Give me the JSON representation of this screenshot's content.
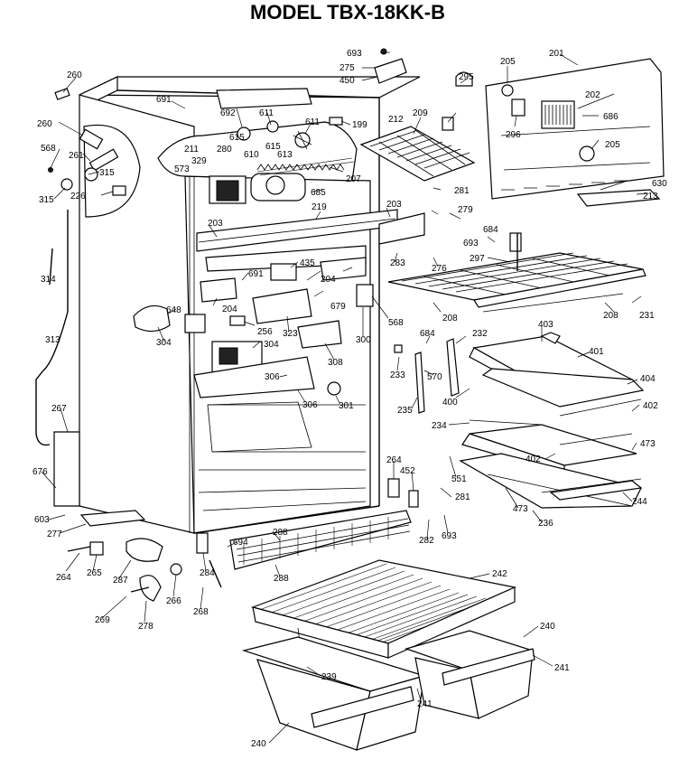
{
  "title": "MODEL TBX-18KK-B",
  "callouts": [
    {
      "id": "c693a",
      "text": "693"
    },
    {
      "id": "c201",
      "text": "201"
    },
    {
      "id": "c205a",
      "text": "205"
    },
    {
      "id": "c260a",
      "text": "260"
    },
    {
      "id": "c275",
      "text": "275"
    },
    {
      "id": "c450",
      "text": "450"
    },
    {
      "id": "c295",
      "text": "295"
    },
    {
      "id": "c202",
      "text": "202"
    },
    {
      "id": "c691a",
      "text": "691"
    },
    {
      "id": "c692",
      "text": "692"
    },
    {
      "id": "c611a",
      "text": "611"
    },
    {
      "id": "c611b",
      "text": "611"
    },
    {
      "id": "c199",
      "text": "199"
    },
    {
      "id": "c212",
      "text": "212"
    },
    {
      "id": "c209",
      "text": "209"
    },
    {
      "id": "c686",
      "text": "686"
    },
    {
      "id": "c296",
      "text": "296"
    },
    {
      "id": "c260b",
      "text": "260"
    },
    {
      "id": "c615a",
      "text": "615"
    },
    {
      "id": "c615b",
      "text": "615"
    },
    {
      "id": "c205b",
      "text": "205"
    },
    {
      "id": "c568a",
      "text": "568"
    },
    {
      "id": "c261",
      "text": "261"
    },
    {
      "id": "c211",
      "text": "211"
    },
    {
      "id": "c280",
      "text": "280"
    },
    {
      "id": "c610",
      "text": "610"
    },
    {
      "id": "c613",
      "text": "613"
    },
    {
      "id": "c573",
      "text": "573"
    },
    {
      "id": "c329",
      "text": "329"
    },
    {
      "id": "c315a",
      "text": "315"
    },
    {
      "id": "c315b",
      "text": "315"
    },
    {
      "id": "c207",
      "text": "207"
    },
    {
      "id": "c630",
      "text": "630"
    },
    {
      "id": "c226",
      "text": "226"
    },
    {
      "id": "c685",
      "text": "685"
    },
    {
      "id": "c281a",
      "text": "281"
    },
    {
      "id": "c213",
      "text": "213"
    },
    {
      "id": "c219",
      "text": "219"
    },
    {
      "id": "c203a",
      "text": "203"
    },
    {
      "id": "c279",
      "text": "279"
    },
    {
      "id": "c203b",
      "text": "203"
    },
    {
      "id": "c684a",
      "text": "684"
    },
    {
      "id": "c693b",
      "text": "693"
    },
    {
      "id": "c435",
      "text": "435"
    },
    {
      "id": "c283",
      "text": "283"
    },
    {
      "id": "c276",
      "text": "276"
    },
    {
      "id": "c297",
      "text": "297"
    },
    {
      "id": "c314",
      "text": "314"
    },
    {
      "id": "c691b",
      "text": "691"
    },
    {
      "id": "c204a",
      "text": "204"
    },
    {
      "id": "c204b",
      "text": "204"
    },
    {
      "id": "c679",
      "text": "679"
    },
    {
      "id": "c208a",
      "text": "208"
    },
    {
      "id": "c208b",
      "text": "208"
    },
    {
      "id": "c231",
      "text": "231"
    },
    {
      "id": "c648",
      "text": "648"
    },
    {
      "id": "c256",
      "text": "256"
    },
    {
      "id": "c323",
      "text": "323"
    },
    {
      "id": "c568b",
      "text": "568"
    },
    {
      "id": "c313",
      "text": "313"
    },
    {
      "id": "c304a",
      "text": "304"
    },
    {
      "id": "c304b",
      "text": "304"
    },
    {
      "id": "c300",
      "text": "300"
    },
    {
      "id": "c403",
      "text": "403"
    },
    {
      "id": "c684b",
      "text": "684"
    },
    {
      "id": "c232",
      "text": "232"
    },
    {
      "id": "c308",
      "text": "308"
    },
    {
      "id": "c401",
      "text": "401"
    },
    {
      "id": "c233",
      "text": "233"
    },
    {
      "id": "c570",
      "text": "570"
    },
    {
      "id": "c306a",
      "text": "306"
    },
    {
      "id": "c306b",
      "text": "306"
    },
    {
      "id": "c404",
      "text": "404"
    },
    {
      "id": "c400",
      "text": "400"
    },
    {
      "id": "c301",
      "text": "301"
    },
    {
      "id": "c402a",
      "text": "402"
    },
    {
      "id": "c235",
      "text": "235"
    },
    {
      "id": "c267",
      "text": "267"
    },
    {
      "id": "c234",
      "text": "234"
    },
    {
      "id": "c473a",
      "text": "473"
    },
    {
      "id": "c402b",
      "text": "402"
    },
    {
      "id": "c676",
      "text": "676"
    },
    {
      "id": "c264a",
      "text": "264"
    },
    {
      "id": "c452",
      "text": "452"
    },
    {
      "id": "c551",
      "text": "551"
    },
    {
      "id": "c281b",
      "text": "281"
    },
    {
      "id": "c473b",
      "text": "473"
    },
    {
      "id": "c244",
      "text": "244"
    },
    {
      "id": "c603",
      "text": "603"
    },
    {
      "id": "c277",
      "text": "277"
    },
    {
      "id": "c236",
      "text": "236"
    },
    {
      "id": "c288a",
      "text": "288"
    },
    {
      "id": "c282",
      "text": "282"
    },
    {
      "id": "c693c",
      "text": "693"
    },
    {
      "id": "c694",
      "text": "694"
    },
    {
      "id": "c264b",
      "text": "264"
    },
    {
      "id": "c265",
      "text": "265"
    },
    {
      "id": "c287",
      "text": "287"
    },
    {
      "id": "c284",
      "text": "284"
    },
    {
      "id": "c288b",
      "text": "288"
    },
    {
      "id": "c266",
      "text": "266"
    },
    {
      "id": "c242",
      "text": "242"
    },
    {
      "id": "c269",
      "text": "269"
    },
    {
      "id": "c278",
      "text": "278"
    },
    {
      "id": "c268",
      "text": "268"
    },
    {
      "id": "c240a",
      "text": "240"
    },
    {
      "id": "c241a",
      "text": "241"
    },
    {
      "id": "c239",
      "text": "239"
    },
    {
      "id": "c241b",
      "text": "241"
    },
    {
      "id": "c240b",
      "text": "240"
    }
  ]
}
